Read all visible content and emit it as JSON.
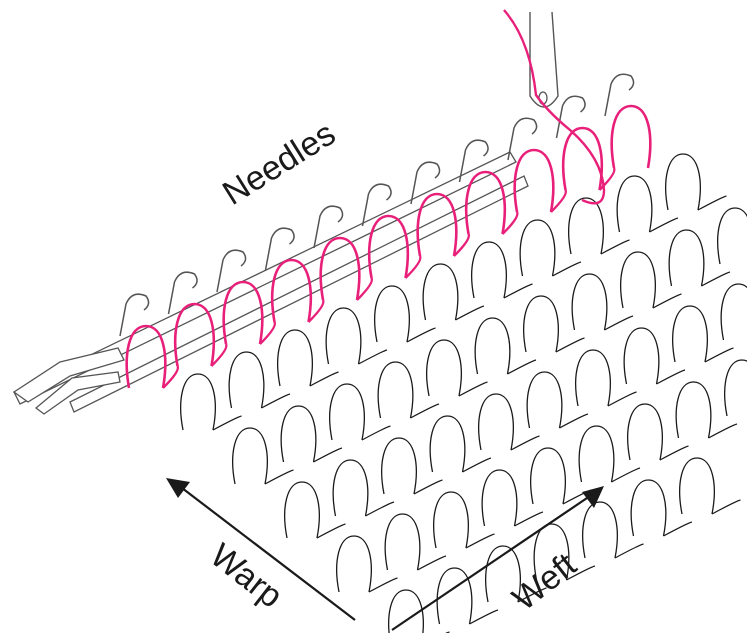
{
  "labels": {
    "needles": "Needles",
    "warp": "Warp",
    "weft": "Weft"
  },
  "colors": {
    "background": "#ffffff",
    "ink": "#1a1a1a",
    "new_yarn": "#e8207a",
    "needle_fill": "#ffffff",
    "needle_stroke": "#555555"
  },
  "icons": {
    "threading_needle": "sewing-needle-icon",
    "warp_arrow": "arrow-up-left-icon",
    "weft_arrow": "arrow-up-right-icon"
  },
  "structure": {
    "needle_count": 11,
    "stitch_rows_shown": 5,
    "highlighted_row": "newest loops on needles"
  }
}
